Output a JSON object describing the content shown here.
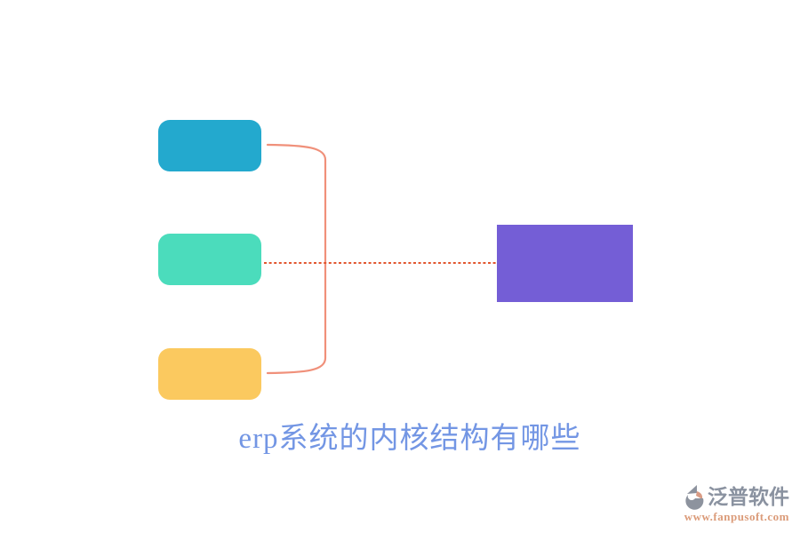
{
  "page": {
    "background": "#FFFFFF"
  },
  "diagram": {
    "title": {
      "text": "erp系统的内核结构有哪些",
      "color": "#7396E4"
    },
    "nodes": {
      "top": {
        "label": "",
        "color": "#23A9CE",
        "shape": "rounded-rect"
      },
      "middle": {
        "label": "",
        "color": "#4BDCBC",
        "shape": "rounded-rect"
      },
      "bottom": {
        "label": "",
        "color": "#FBC95F",
        "shape": "rounded-rect"
      },
      "result": {
        "label": "",
        "color": "#745ED6",
        "shape": "rect"
      }
    },
    "connectors": {
      "bracket_color": "#F0907A",
      "bracket_style": "solid curved brace joining top and bottom nodes",
      "dashed_color": "#E2572F",
      "dashed_style": "horizontal dotted line from middle node to result node"
    }
  },
  "watermark": {
    "brand": "泛普软件",
    "brand_color": "#8A92A0",
    "url": "www.fanpusoft.com",
    "url_color": "#DB9B79",
    "icon": "fanpu-pie-logo",
    "icon_color": "#8D939E",
    "icon_accent": "#D99B84"
  }
}
